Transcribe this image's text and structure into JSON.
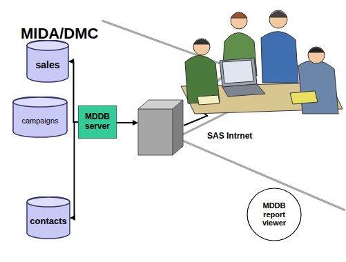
{
  "diagram": {
    "title": "MIDA/DMC",
    "nodes": [
      {
        "text": [
          "sales"
        ]
      },
      {
        "text": [
          "campaigns"
        ]
      },
      {
        "text": [
          "contacts"
        ]
      },
      {
        "text": [
          "MDDB server"
        ]
      },
      {
        "text": [
          "MDDB report viewer"
        ]
      }
    ],
    "edges": [
      {
        "from": 3,
        "to": 0,
        "arrow": "to"
      },
      {
        "from": 3,
        "to": 2,
        "arrow": "to"
      }
    ],
    "labels": [
      "SAS Intrnet"
    ]
  }
}
